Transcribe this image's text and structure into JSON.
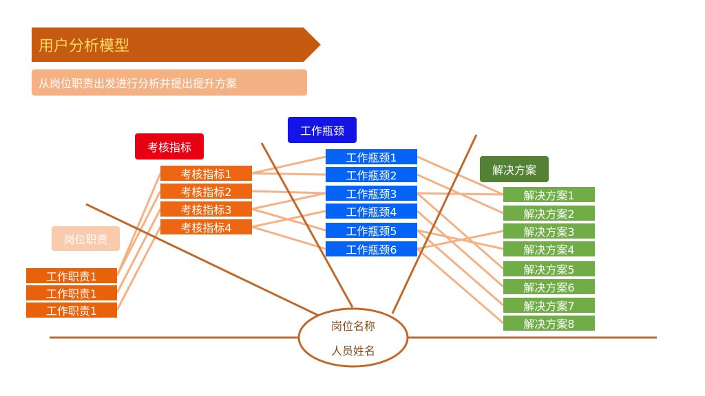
{
  "title": "用户分析模型",
  "subtitle": "从岗位职责出发进行分析并提出提升方案",
  "colors": {
    "banner": "#c55a11",
    "banner_text": "#ffd966",
    "subtitle_bg": "#f4b183",
    "main_line": "#c0682a",
    "connector": "#f4b183",
    "kpi": "#ee6512",
    "kpi_header": "#e60012",
    "bottleneck": "#0563f5",
    "bottleneck_header": "#1414e6",
    "solution": "#70ad47",
    "solution_header": "#548235",
    "duty_header": "#f8cbad"
  },
  "groups": {
    "duty": {
      "label": "岗位职责",
      "items": [
        "工作职责1",
        "工作职责1",
        "工作职责1"
      ]
    },
    "kpi": {
      "label": "考核指标",
      "items": [
        "考核指标1",
        "考核指标2",
        "考核指标3",
        "考核指标4"
      ]
    },
    "bottleneck": {
      "label": "工作瓶颈",
      "items": [
        "工作瓶颈1",
        "工作瓶颈2",
        "工作瓶颈3",
        "工作瓶颈4",
        "工作瓶颈5",
        "工作瓶颈6"
      ]
    },
    "solution": {
      "label": "解决方案",
      "items": [
        "解决方案1",
        "解决方案2",
        "解决方案3",
        "解决方案4",
        "解决方案5",
        "解决方案6",
        "解决方案7",
        "解决方案8"
      ]
    }
  },
  "center": {
    "top": "岗位名称",
    "bottom": "人员姓名"
  },
  "links": {
    "duty_kpi": [
      [
        0,
        0
      ],
      [
        0,
        1
      ],
      [
        1,
        2
      ],
      [
        2,
        3
      ]
    ],
    "kpi_bottleneck": [
      [
        0,
        0
      ],
      [
        0,
        1
      ],
      [
        1,
        2
      ],
      [
        2,
        2
      ],
      [
        2,
        4
      ],
      [
        3,
        3
      ],
      [
        3,
        5
      ]
    ],
    "bottleneck_solution": [
      [
        0,
        0
      ],
      [
        1,
        1
      ],
      [
        2,
        0
      ],
      [
        2,
        4
      ],
      [
        3,
        5
      ],
      [
        4,
        3
      ],
      [
        4,
        6
      ],
      [
        5,
        2
      ],
      [
        5,
        7
      ]
    ]
  }
}
